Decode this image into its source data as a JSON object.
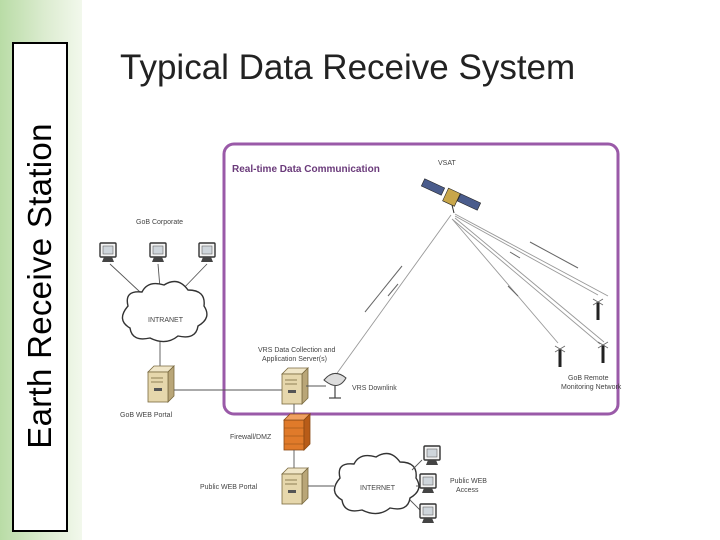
{
  "side_title": "Earth Receive Station",
  "slide_title": "Typical Data Receive System",
  "diagram": {
    "rt_title": "Real-time Data Communication",
    "vsat": "VSAT",
    "gob_corporate": "GoB Corporate",
    "intranet": "INTRANET",
    "vrs_server_line1": "VRS Data Collection and",
    "vrs_server_line2": "Application Server(s)",
    "vrs_downlink": "VRS Downlink",
    "gob_web_portal": "GoB WEB Portal",
    "firewall": "Firewall/DMZ",
    "public_web_portal": "Public WEB Portal",
    "internet": "INTERNET",
    "public_web_access_line1": "Public WEB",
    "public_web_access_line2": "Access",
    "gob_remote_line1": "GoB Remote",
    "gob_remote_line2": "Monitoring Network"
  },
  "colors": {
    "frame": "#9a5aa8",
    "strip": "#b9dca6",
    "firewall": "#e07a2a"
  }
}
